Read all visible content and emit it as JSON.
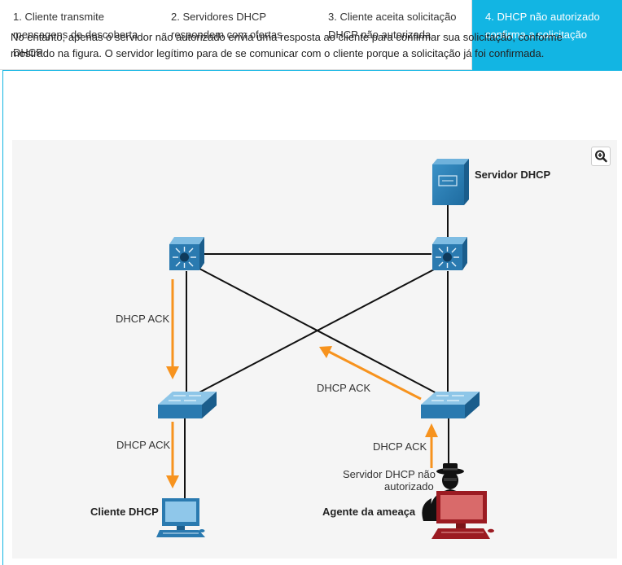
{
  "tabs": [
    {
      "label": "1. Cliente transmite mensagens de descoberta DHCP"
    },
    {
      "label": "2. Servidores DHCP respondem com ofertas"
    },
    {
      "label": "3. Cliente aceita solicitação DHCP não autorizada"
    },
    {
      "label": "4. DHCP não autorizado confirma a solicitação"
    }
  ],
  "active_tab": 3,
  "description": "No entanto, apenas o servidor não autorizado envia uma resposta ao cliente para confirmar sua solicitação, conforme mostrado na figura. O servidor legítimo para de se comunicar com o cliente porque a solicitação já foi confirmada.",
  "diagram": {
    "server_label": "Servidor DHCP",
    "client_label": "Cliente DHCP",
    "attacker_label": "Agente da ameaça",
    "rogue_server_label_line1": "Servidor DHCP não",
    "rogue_server_label_line2": "autorizado",
    "ack_labels": [
      "DHCP ACK",
      "DHCP ACK",
      "DHCP ACK",
      "DHCP ACK"
    ]
  },
  "colors": {
    "accent": "#12b5e3",
    "arrow": "#f7931e",
    "device_blue": "#2a7ab0",
    "threat_red": "#9b1b22"
  },
  "icons": [
    "zoom-in-icon",
    "server-icon",
    "multilayer-switch-icon",
    "switch-icon",
    "pc-icon",
    "threat-actor-icon"
  ]
}
